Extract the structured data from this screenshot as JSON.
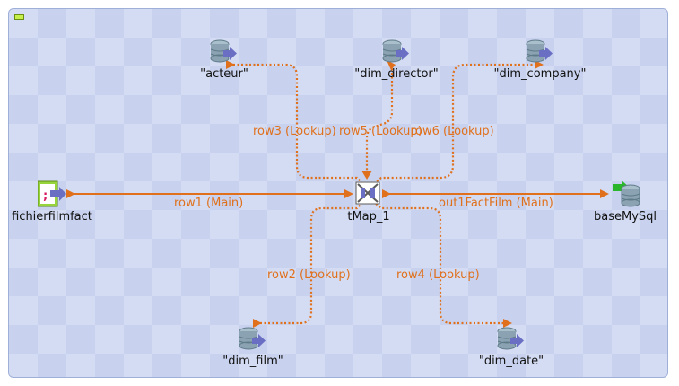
{
  "job": {
    "components": {
      "fichierfilmfact": {
        "label": "fichierfilmfact",
        "icon": "delimited-file-input-icon"
      },
      "tmap": {
        "label": "tMap_1",
        "icon": "tmap-icon"
      },
      "basemysql": {
        "label": "baseMySql",
        "icon": "mysql-output-icon"
      },
      "acteur": {
        "label": "\"acteur\"",
        "icon": "database-input-icon"
      },
      "dim_director": {
        "label": "\"dim_director\"",
        "icon": "database-input-icon"
      },
      "dim_company": {
        "label": "\"dim_company\"",
        "icon": "database-input-icon"
      },
      "dim_film": {
        "label": "\"dim_film\"",
        "icon": "database-input-icon"
      },
      "dim_date": {
        "label": "\"dim_date\"",
        "icon": "database-input-icon"
      }
    },
    "links": {
      "row1": "row1 (Main)",
      "row2": "row2 (Lookup)",
      "row3": "row3 (Lookup)",
      "row4": "row4 (Lookup)",
      "row5": "row5 (Lookup)",
      "row6": "row6 (Lookup)",
      "out1": "out1FactFilm (Main)"
    },
    "colors": {
      "link": "#e0701c",
      "canvas": "#d4dcf3",
      "db_body": "#8aa2b2",
      "arrow": "#6a6fc4",
      "green_arrow": "#2bb52b",
      "file_bg": "#97d33a"
    }
  }
}
